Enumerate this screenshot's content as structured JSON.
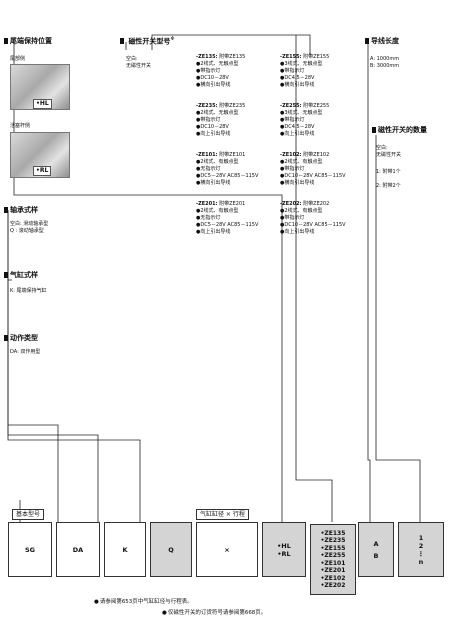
{
  "headers": {
    "end_lock": "尾端保持位置",
    "switch_model": "磁性开关型号",
    "switch_model_sup": "※",
    "lead_length": "导线长度",
    "switch_count": "磁性开关的数量",
    "bearing": "轴承式样",
    "cylinder": "气缸式样",
    "action": "动作类型"
  },
  "end_lock": {
    "rod_end": "尾部侧",
    "hl_tag": "•HL",
    "head_end": "活塞杆侧",
    "rl_tag": "•RL"
  },
  "switch_none": [
    "空白:",
    "无磁性开关"
  ],
  "switches": [
    {
      "code": "-ZE135:",
      "desc": "附带ZE135",
      "lines": [
        "●2线式、无触点型",
        "●带指示灯",
        "●DC10－28V",
        "●横向引出导线"
      ]
    },
    {
      "code": "-ZE155:",
      "desc": "附带ZE155",
      "lines": [
        "●3线式、无触点型",
        "●带指示灯",
        "●DC4.5－28V",
        "●横向引出导线"
      ]
    },
    {
      "code": "-ZE235:",
      "desc": "附带ZE235",
      "lines": [
        "●2线式、无触点型",
        "●带指示灯",
        "●DC10－28V",
        "●向上引出导线"
      ]
    },
    {
      "code": "-ZE255:",
      "desc": "附带ZE255",
      "lines": [
        "●3线式、无触点型",
        "●带指示灯",
        "●DC4.5－28V",
        "●向上引出导线"
      ]
    },
    {
      "code": "-ZE101:",
      "desc": "附带ZE101",
      "lines": [
        "●2线式、有触点型",
        "●无指示灯",
        "●DC5－28V AC85－115V",
        "●横向引出导线"
      ]
    },
    {
      "code": "-ZE102:",
      "desc": "附带ZE102",
      "lines": [
        "●2线式、有触点型",
        "●带指示灯",
        "●DC10－28V AC85－115V",
        "●横向引出导线"
      ]
    },
    {
      "code": "-ZE201:",
      "desc": "附带ZE201",
      "lines": [
        "●2线式、有触点型",
        "●无指示灯",
        "●DC5－28V AC85－115V",
        "●向上引出导线"
      ]
    },
    {
      "code": "-ZE202:",
      "desc": "附带ZE202",
      "lines": [
        "●2线式、有触点型",
        "●带指示灯",
        "●DC10－28V AC85－115V",
        "●向上引出导线"
      ]
    }
  ],
  "lead": [
    "A:  1000mm",
    "B:  3000mm"
  ],
  "count": [
    "空白:",
    "无磁性开关",
    "1:  附带1个",
    "2:  附带2个"
  ],
  "bearing": [
    "空白:  滑动轴承型",
    "Q    :  滚动轴承型"
  ],
  "cylinder": [
    "K:  尾端保持气缸"
  ],
  "action": [
    "DA:  双作用型"
  ],
  "labels": {
    "basic": "基本型号",
    "bore": "气缸缸径 × 行程"
  },
  "boxes": {
    "sg": "SG",
    "da": "DA",
    "k": "K",
    "q": "Q",
    "x": "×",
    "hl": "•HL",
    "rl": "•RL",
    "ze": [
      "•ZE135",
      "•ZE235",
      "•ZE155",
      "•ZE255",
      "•ZE101",
      "•ZE201",
      "•ZE102",
      "•ZE202"
    ],
    "a": "A",
    "b": "B",
    "n1": "1",
    "n2": "2",
    "ndots": "⋮",
    "nn": "n"
  },
  "notes": {
    "bore_ref": "请参阅第653页中气缸缸径与行程表。",
    "switch_ref": "仅磁性开关的订货符号请参阅第668页。"
  }
}
